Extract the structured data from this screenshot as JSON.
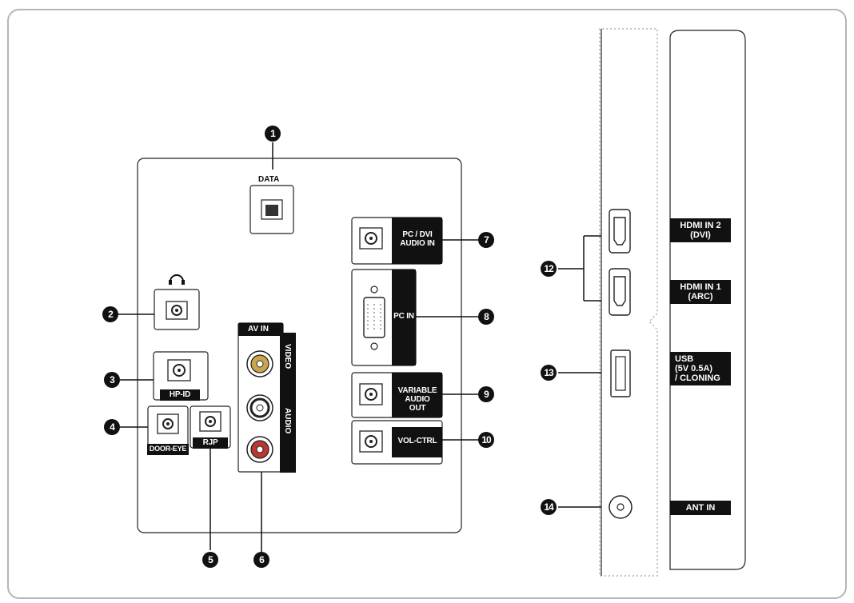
{
  "ports": {
    "data": "DATA",
    "hp_id": "HP-ID",
    "door_eye": "DOOR-EYE",
    "rjp": "RJP",
    "av_in": "AV IN",
    "video": "VIDEO",
    "audio": "AUDIO",
    "pc_dvi_audio_in": [
      "PC / DVI",
      "AUDIO IN"
    ],
    "pc_in": "PC IN",
    "variable_audio_out": [
      "VARIABLE",
      "AUDIO OUT"
    ],
    "vol_ctrl": "VOL-CTRL"
  },
  "side_panel": {
    "hdmi2": [
      "HDMI IN 2",
      "(DVI)"
    ],
    "hdmi1": [
      "HDMI IN 1",
      "(ARC)"
    ],
    "usb": [
      "USB",
      "(5V 0.5A)",
      "/ CLONING"
    ],
    "ant_in": "ANT IN"
  },
  "callouts": [
    "1",
    "2",
    "3",
    "4",
    "5",
    "6",
    "7",
    "8",
    "9",
    "10",
    "12",
    "13",
    "14"
  ],
  "colors": {
    "ink": "#111111",
    "frame": "#b5b5b5",
    "dotted": "#9a9a9a",
    "rca_video": "#c9a64a",
    "rca_audio_l": "#ffffff",
    "rca_audio_r": "#b8382f"
  }
}
